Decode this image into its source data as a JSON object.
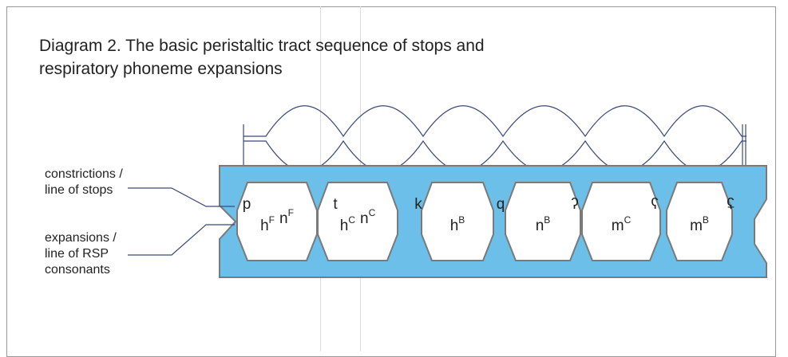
{
  "title": {
    "line1": "Diagram 2. The basic peristaltic tract sequence of stops and",
    "line2": "respiratory phoneme expansions"
  },
  "labels": {
    "constrictions_line1": "constrictions /",
    "constrictions_line2": "line of stops",
    "expansions_line1": "expansions /",
    "expansions_line2": "line of RSP",
    "expansions_line3": "consonants"
  },
  "stops": [
    "p",
    "t",
    "k",
    "q",
    "ʔ",
    "ʕ",
    "ʢ"
  ],
  "chambers": [
    {
      "parts": [
        {
          "base": "h",
          "sup": "F"
        },
        {
          "base": "n",
          "sup": "F"
        }
      ]
    },
    {
      "parts": [
        {
          "base": "h",
          "sup": "C"
        },
        {
          "base": "n",
          "sup": "C"
        }
      ]
    },
    {
      "parts": [
        {
          "base": "h",
          "sup": "B"
        }
      ]
    },
    {
      "parts": [
        {
          "base": "n",
          "sup": "B"
        }
      ]
    },
    {
      "parts": [
        {
          "base": "m",
          "sup": "C"
        }
      ]
    },
    {
      "parts": [
        {
          "base": "m",
          "sup": "B"
        }
      ]
    }
  ],
  "colors": {
    "tract_fill": "#6bbfe8",
    "tract_stroke": "#7a7a7a",
    "wave_stroke": "#3a4a7a",
    "leader_stroke": "#3a4a7a"
  }
}
